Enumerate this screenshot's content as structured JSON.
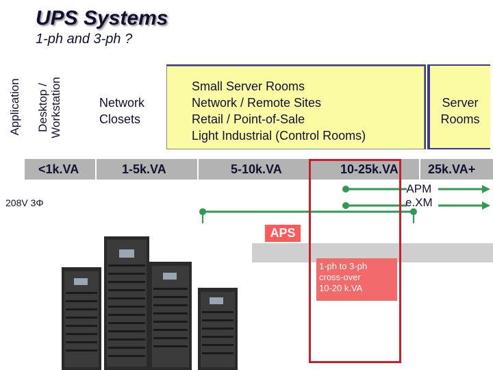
{
  "header": {
    "title": "UPS Systems",
    "subtitle": "1-ph and 3-ph ?"
  },
  "segments": {
    "application": "Application",
    "desktop_line1": "Desktop /",
    "desktop_line2": "Workstation",
    "network_closets_line1": "Network",
    "network_closets_line2": "Closets",
    "small_server": [
      "Small Server Rooms",
      "Network / Remote Sites",
      "Retail / Point-of-Sale",
      "Light Industrial (Control Rooms)"
    ],
    "server_rooms_line1": "Server",
    "server_rooms_line2": "Rooms"
  },
  "power_ranges": [
    "<1k.VA",
    "1-5k.VA",
    "5-10k.VA",
    "10-25k.VA",
    "25k.VA+"
  ],
  "voltage_label": "208V 3Φ",
  "products": {
    "apm": "APM",
    "exm": "e.XM",
    "aps": "APS"
  },
  "crossover_note": [
    "1-ph to 3-ph",
    "cross-over",
    "10-20 k.VA"
  ],
  "colors": {
    "band": "#b3b3b3",
    "segment_fill": "#fbfba3",
    "segment_border": "#3a3a8a",
    "arrow_green": "#2e9a55",
    "highlight_red": "#c81f2a",
    "aps_red": "#ff5a5a"
  }
}
